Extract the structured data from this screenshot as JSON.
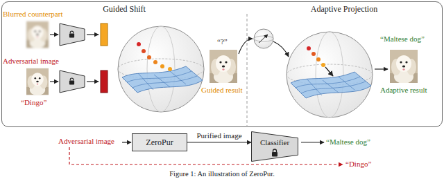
{
  "diagram": {
    "caption": "Figure 1: An illustration of ZeroPur.",
    "nodes": [
      {
        "text": [
          "Guided Shift",
          "Adaptive Projection"
        ]
      },
      {
        "text": [
          "ZeroPur"
        ]
      },
      {
        "text": [
          "Classifier"
        ]
      }
    ],
    "edges": [
      {
        "from": 1,
        "to": 2,
        "arrow": "to",
        "label": "Purified image"
      }
    ],
    "labels": [
      "Blurred counterpart",
      "Adversarial image",
      "“Dingo”",
      "“?”",
      "Guided result",
      "“Maltese dog”",
      "Adaptive result",
      "Adversarial image",
      "“Maltese dog”",
      "“Dingo”"
    ]
  }
}
